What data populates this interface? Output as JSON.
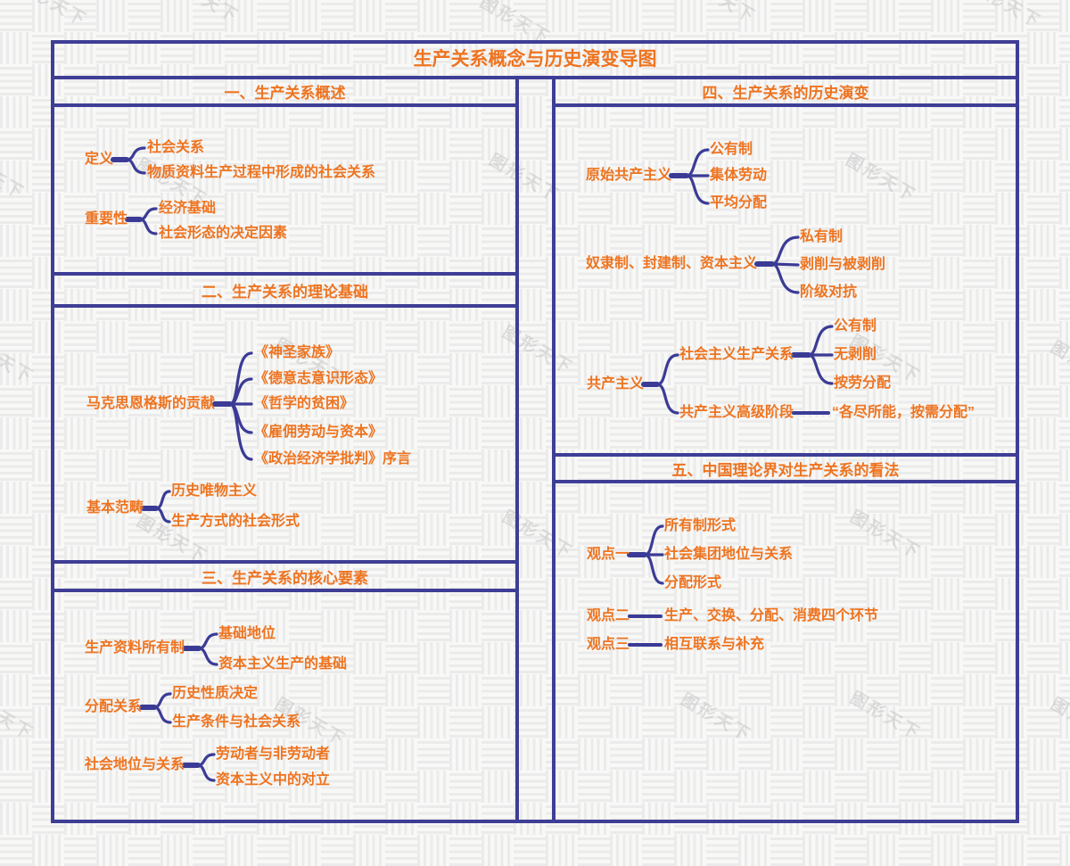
{
  "title": "生产关系概念与历史演变导图",
  "watermark": {
    "text": "图形天下"
  },
  "colors": {
    "accent_orange": "#ee7420",
    "branch_blue": "#3b3b96",
    "border_blue": "#3e3e96"
  },
  "sections": [
    {
      "header": "一、生产关系概述",
      "groups": [
        {
          "parent": "定义",
          "children": [
            "社会关系",
            "物质资料生产过程中形成的社会关系"
          ]
        },
        {
          "parent": "重要性",
          "children": [
            "经济基础",
            "社会形态的决定因素"
          ]
        }
      ]
    },
    {
      "header": "二、生产关系的理论基础",
      "groups": [
        {
          "parent": "马克思恩格斯的贡献",
          "children": [
            "《神圣家族》",
            "《德意志意识形态》",
            "《哲学的贫困》",
            "《雇佣劳动与资本》",
            "《政治经济学批判》序言"
          ]
        },
        {
          "parent": "基本范畴",
          "children": [
            "历史唯物主义",
            "生产方式的社会形式"
          ]
        }
      ]
    },
    {
      "header": "三、生产关系的核心要素",
      "groups": [
        {
          "parent": "生产资料所有制",
          "children": [
            "基础地位",
            "资本主义生产的基础"
          ]
        },
        {
          "parent": "分配关系",
          "children": [
            "历史性质决定",
            "生产条件与社会关系"
          ]
        },
        {
          "parent": "社会地位与关系",
          "children": [
            "劳动者与非劳动者",
            "资本主义中的对立"
          ]
        }
      ]
    },
    {
      "header": "四、生产关系的历史演变",
      "groups": [
        {
          "parent": "原始共产主义",
          "children": [
            "公有制",
            "集体劳动",
            "平均分配"
          ]
        },
        {
          "parent": "奴隶制、封建制、资本主义",
          "children": [
            "私有制",
            "剥削与被剥削",
            "阶级对抗"
          ]
        },
        {
          "parent": "共产主义",
          "children": [
            {
              "parent": "社会主义生产关系",
              "children": [
                "公有制",
                "无剥削",
                "按劳分配"
              ]
            },
            {
              "parent": "共产主义高级阶段",
              "children": [
                "“各尽所能，按需分配”"
              ]
            }
          ]
        }
      ]
    },
    {
      "header": "五、中国理论界对生产关系的看法",
      "groups": [
        {
          "parent": "观点一",
          "children": [
            "所有制形式",
            "社会集团地位与关系",
            "分配形式"
          ]
        },
        {
          "parent": "观点二",
          "children": [
            "生产、交换、分配、消费四个环节"
          ]
        },
        {
          "parent": "观点三",
          "children": [
            "相互联系与补充"
          ]
        }
      ]
    }
  ]
}
